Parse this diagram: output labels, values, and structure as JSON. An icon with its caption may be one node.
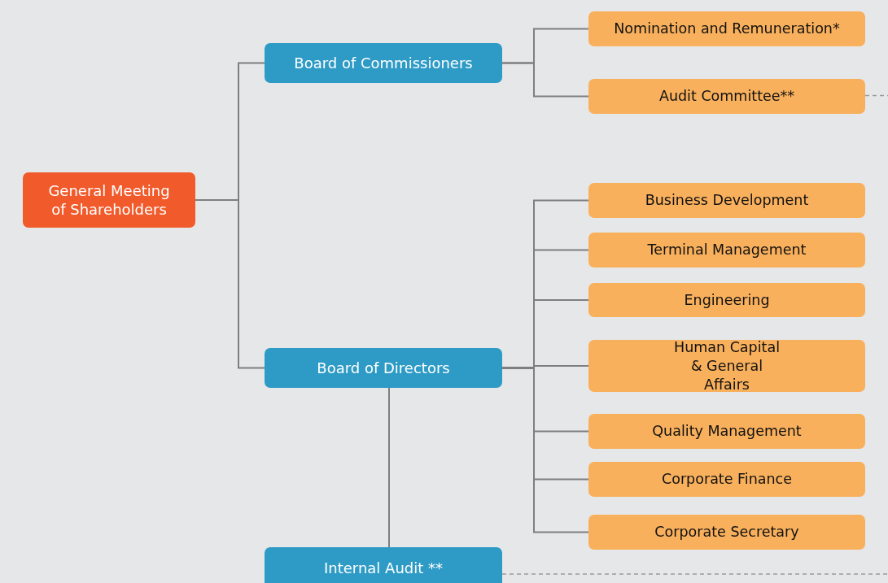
{
  "diagram": {
    "nodes": [
      {
        "text": [
          "General Meeting of Shareholders"
        ]
      },
      {
        "text": [
          "Board of Commissioners"
        ]
      },
      {
        "text": [
          "Board of Directors"
        ]
      },
      {
        "text": [
          "Internal Audit **"
        ]
      },
      {
        "text": [
          "Nomination and Remuneration*"
        ]
      },
      {
        "text": [
          "Audit Committee**"
        ]
      },
      {
        "text": [
          "Business Development"
        ]
      },
      {
        "text": [
          "Terminal Management"
        ]
      },
      {
        "text": [
          "Engineering"
        ]
      },
      {
        "text": [
          "Human Capital & General Affairs"
        ]
      },
      {
        "text": [
          "Quality Management"
        ]
      },
      {
        "text": [
          "Corporate Finance"
        ]
      },
      {
        "text": [
          "Corporate Secretary"
        ]
      }
    ],
    "edges": [
      {
        "from": 0,
        "to": 1,
        "arrow": "none"
      },
      {
        "from": 0,
        "to": 2,
        "arrow": "none"
      },
      {
        "from": 1,
        "to": 4,
        "arrow": "none"
      },
      {
        "from": 1,
        "to": 5,
        "arrow": "none"
      },
      {
        "from": 2,
        "to": 6,
        "arrow": "none"
      },
      {
        "from": 2,
        "to": 7,
        "arrow": "none"
      },
      {
        "from": 2,
        "to": 8,
        "arrow": "none"
      },
      {
        "from": 2,
        "to": 9,
        "arrow": "none"
      },
      {
        "from": 2,
        "to": 10,
        "arrow": "none"
      },
      {
        "from": 2,
        "to": 11,
        "arrow": "none"
      },
      {
        "from": 2,
        "to": 12,
        "arrow": "none"
      },
      {
        "from": 2,
        "to": 3,
        "arrow": "none"
      },
      {
        "from": 5,
        "to": null,
        "arrow": "none",
        "style": "dashed"
      },
      {
        "from": 3,
        "to": null,
        "arrow": "none",
        "style": "dashed"
      }
    ]
  }
}
